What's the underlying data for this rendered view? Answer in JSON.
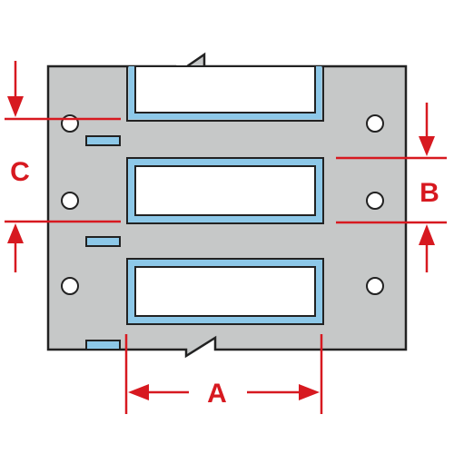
{
  "labels": {
    "a": "A",
    "b": "B",
    "c": "C"
  },
  "colors": {
    "background": "#ffffff",
    "carrier": "#c6c8c8",
    "outline": "#222222",
    "label_face": "#ffffff",
    "liner_blue": "#8dc8e8",
    "dimension_red": "#d71920"
  }
}
